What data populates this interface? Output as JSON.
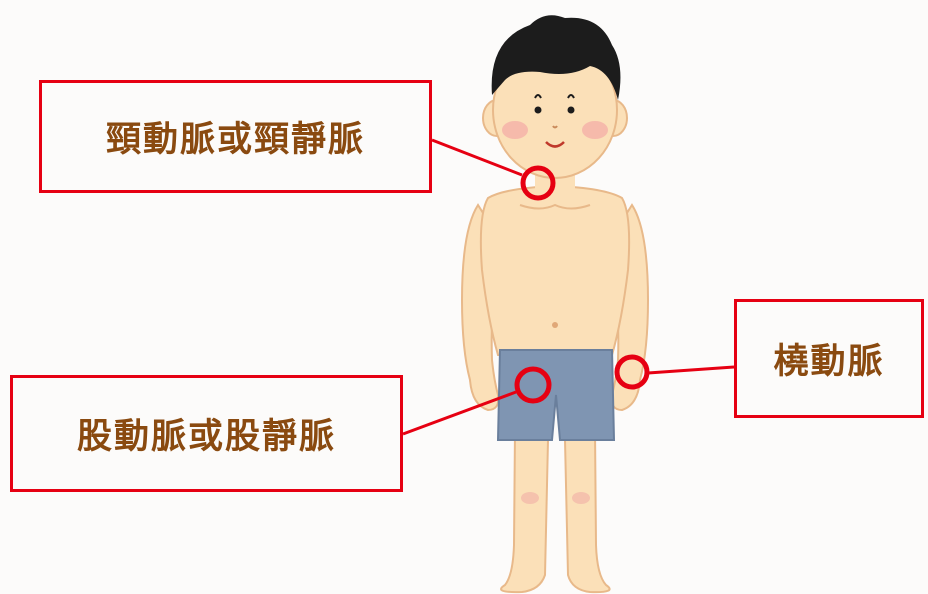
{
  "labels": {
    "neck": "頸動脈或頸靜脈",
    "wrist": "橈動脈",
    "thigh": "股動脈或股靜脈"
  },
  "colors": {
    "accent": "#e60012",
    "label_text": "#8a4a10",
    "background": "#fcfbfa",
    "skin": "#fbe0b8",
    "shorts": "#7f95b2",
    "hair": "#1c1c1c"
  },
  "icons": [
    "boy-illustration",
    "pulse-point-marker"
  ]
}
